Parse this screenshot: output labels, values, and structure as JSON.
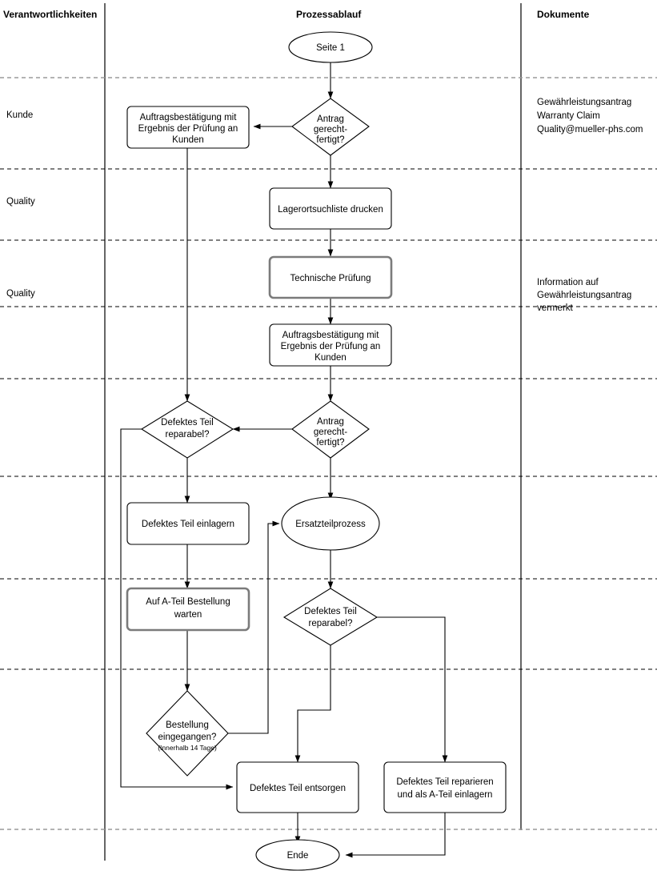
{
  "diagram": {
    "title_columns": {
      "responsibilities": "Verantwortlichkeiten",
      "process": "Prozessablauf",
      "documents": "Dokumente"
    },
    "lanes": [
      {
        "id": "lane-kunde",
        "label": "Kunde"
      },
      {
        "id": "lane-quality-1",
        "label": "Quality"
      },
      {
        "id": "lane-quality-2",
        "label": "Quality"
      }
    ],
    "documents": [
      {
        "id": "doc-warranty",
        "lines": [
          "Gewährleistungsantrag",
          "Warranty Claim",
          "Quality@mueller-phs.com"
        ]
      },
      {
        "id": "doc-information",
        "lines": [
          "Information auf",
          "Gewährleistungsantrag",
          "vermerkt"
        ]
      }
    ],
    "nodes": [
      {
        "id": "start",
        "shape": "ellipse",
        "lines": [
          "Seite 1"
        ]
      },
      {
        "id": "decision-antrag-1",
        "shape": "diamond",
        "lines": [
          "Antrag",
          "gerecht-",
          "fertigt?"
        ]
      },
      {
        "id": "auftragsbestaetigung-1",
        "shape": "box",
        "lines": [
          "Auftragsbestätigung mit",
          "Ergebnis der Prüfung an",
          "Kunden"
        ]
      },
      {
        "id": "lagerortsuchliste-drucken",
        "shape": "box",
        "lines": [
          "Lagerortsuchliste drucken"
        ]
      },
      {
        "id": "technische-pruefung",
        "shape": "box-emphasis",
        "lines": [
          "Technische Prüfung"
        ]
      },
      {
        "id": "auftragsbestaetigung-2",
        "shape": "box",
        "lines": [
          "Auftragsbestätigung mit",
          "Ergebnis der Prüfung an",
          "Kunden"
        ]
      },
      {
        "id": "decision-defektes-teil-reparabel-1",
        "shape": "diamond",
        "lines": [
          "Defektes Teil",
          "reparabel?"
        ]
      },
      {
        "id": "decision-antrag-2",
        "shape": "diamond",
        "lines": [
          "Antrag",
          "gerecht-",
          "fertigt?"
        ]
      },
      {
        "id": "defektes-teil-einlagern",
        "shape": "box",
        "lines": [
          "Defektes Teil einlagern"
        ]
      },
      {
        "id": "ersatzteilprozess",
        "shape": "ellipse",
        "lines": [
          "Ersatzteilprozess"
        ]
      },
      {
        "id": "auf-a-teil-bestellung-warten",
        "shape": "box-emphasis",
        "lines": [
          "Auf A-Teil Bestellung",
          "warten"
        ]
      },
      {
        "id": "decision-defektes-teil-reparabel-2",
        "shape": "diamond",
        "lines": [
          "Defektes Teil",
          "reparabel?"
        ]
      },
      {
        "id": "decision-bestellung-eingegangen",
        "shape": "diamond",
        "lines": [
          "Bestellung",
          "eingegangen?"
        ],
        "note": "(Innerhalb 14 Tage)"
      },
      {
        "id": "defektes-teil-entsorgen",
        "shape": "box",
        "lines": [
          "Defektes Teil entsorgen"
        ]
      },
      {
        "id": "defektes-teil-reparieren",
        "shape": "box",
        "lines": [
          "Defektes Teil reparieren",
          "und als A-Teil einlagern"
        ]
      },
      {
        "id": "end",
        "shape": "ellipse",
        "lines": [
          "Ende"
        ]
      }
    ],
    "colors": {
      "stroke": "#000000",
      "emphasis_stroke": "#7b7b7b",
      "fill": "#ffffff",
      "lane_separator": "#000000",
      "lane_separator_gray": "#9a9a9a"
    }
  }
}
